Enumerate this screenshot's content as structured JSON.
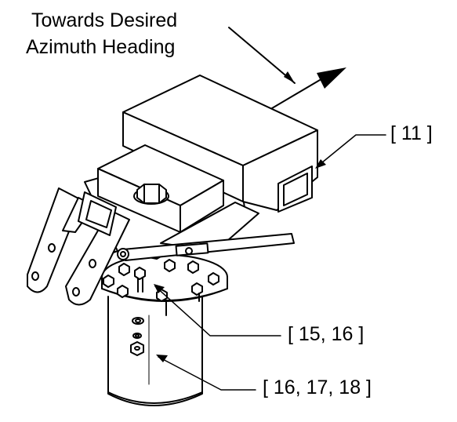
{
  "heading": {
    "line1": "Towards Desired",
    "line2": "Azimuth Heading"
  },
  "callouts": {
    "part_11": "[ 11 ]",
    "parts_15_16": "[ 15, 16 ]",
    "parts_16_17_18": "[ 16, 17, 18 ]"
  }
}
